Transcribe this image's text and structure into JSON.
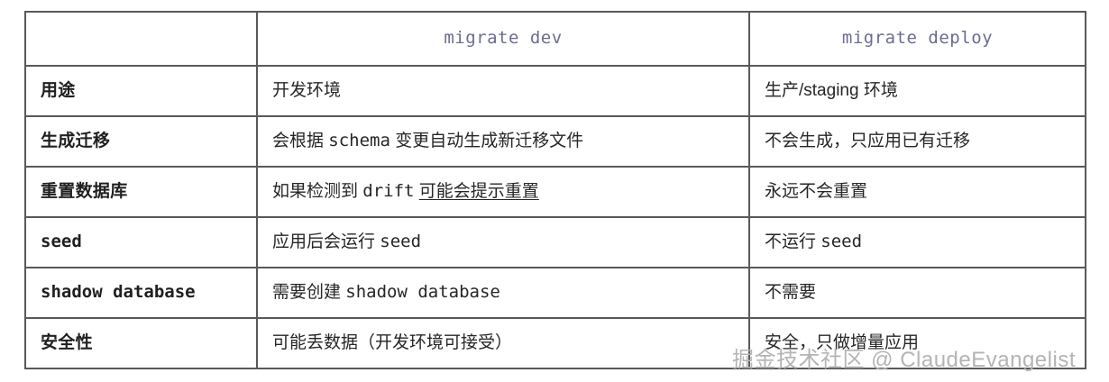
{
  "table": {
    "columns": [
      {
        "key": "label",
        "header": ""
      },
      {
        "key": "dev",
        "header": "migrate dev"
      },
      {
        "key": "deploy",
        "header": "migrate deploy"
      }
    ],
    "rows": [
      {
        "label": "用途",
        "dev": "开发环境",
        "deploy": "生产/staging 环境"
      },
      {
        "label": "生成迁移",
        "dev_prefix": "会根据 ",
        "dev_mono": "schema",
        "dev_suffix": " 变更自动生成新迁移文件",
        "deploy": "不会生成，只应用已有迁移"
      },
      {
        "label": "重置数据库",
        "dev_prefix": "如果检测到 ",
        "dev_mono": "drift",
        "dev_underlined": "可能会提示重置",
        "deploy": "永远不会重置"
      },
      {
        "label": "seed",
        "label_mono": true,
        "dev_prefix": "应用后会运行 ",
        "dev_mono": "seed",
        "deploy_prefix": "不运行 ",
        "deploy_mono": "seed"
      },
      {
        "label": "shadow database",
        "label_mono": true,
        "dev_prefix": "需要创建 ",
        "dev_mono": "shadow database",
        "deploy": "不需要"
      },
      {
        "label": "安全性",
        "dev": "可能丢数据（开发环境可接受）",
        "deploy": "安全，只做增量应用"
      }
    ]
  },
  "watermark": {
    "text": "掘金技术社区 @ ClaudeEvangelist"
  },
  "colors": {
    "header_text": "#6b6d91",
    "border": "#595959",
    "body_text": "#262626",
    "watermark": "#b4b4b4"
  }
}
